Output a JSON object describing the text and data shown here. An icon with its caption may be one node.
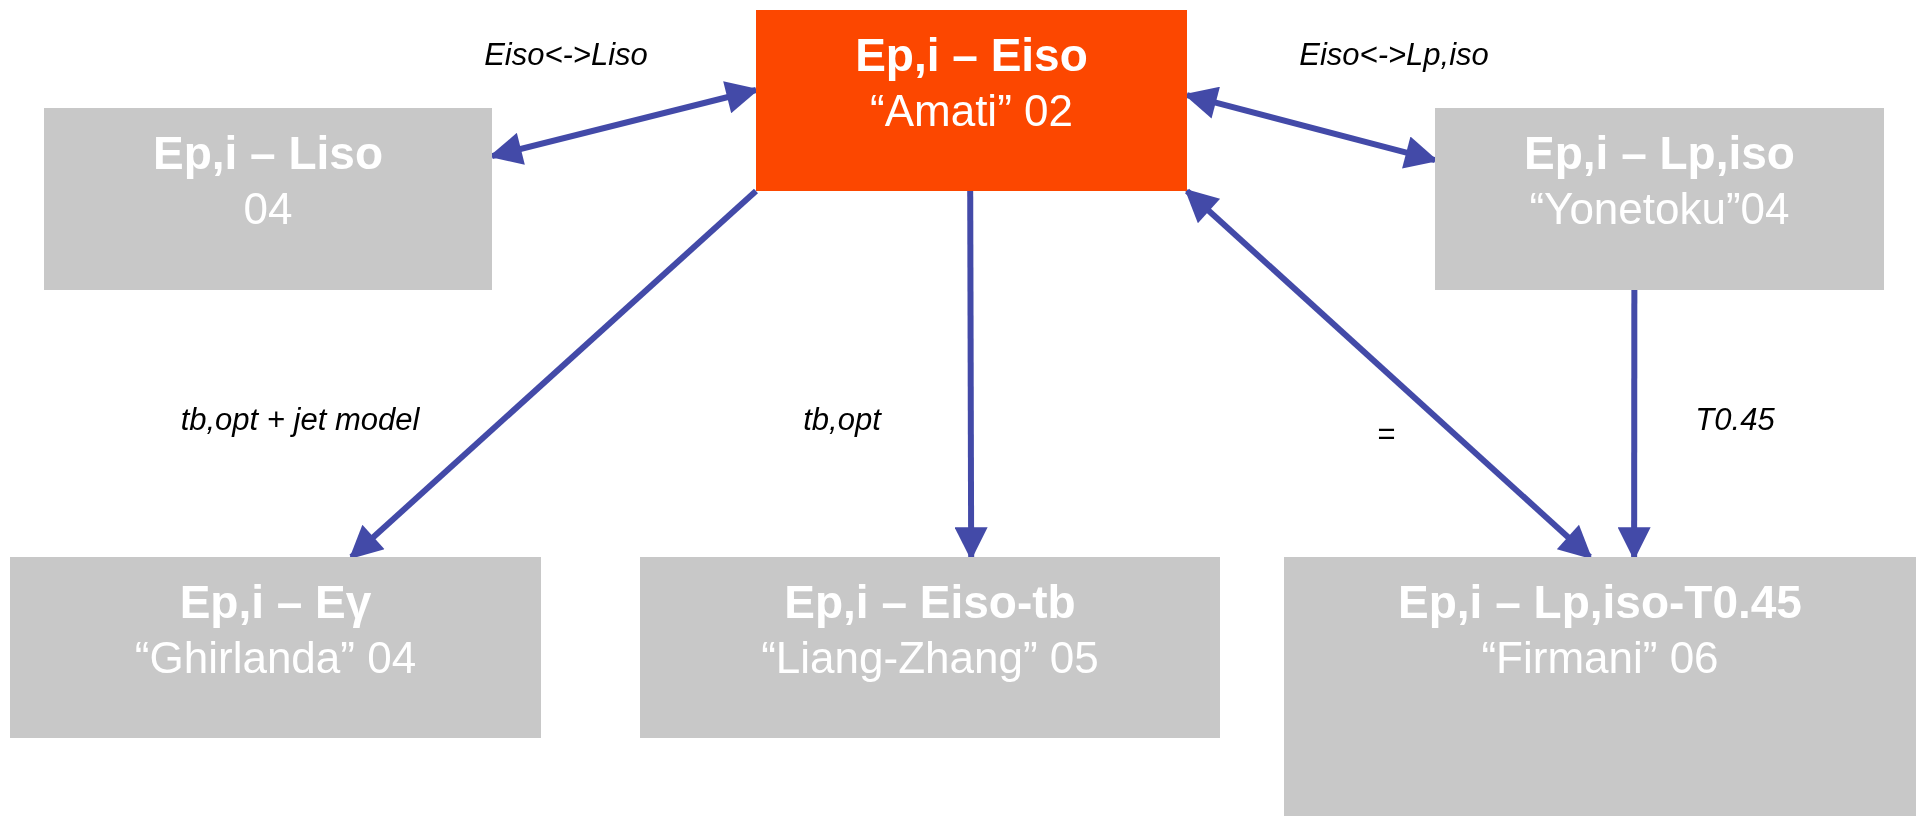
{
  "diagram": {
    "nodes": [
      {
        "text": [
          "Ep,i – Eiso",
          "“Amati” 02"
        ]
      },
      {
        "text": [
          "Ep,i – Liso",
          "04"
        ]
      },
      {
        "text": [
          "Ep,i – Lp,iso",
          "“Yonetoku”04"
        ]
      },
      {
        "text": [
          "Ep,i – Eγ",
          "“Ghirlanda” 04"
        ]
      },
      {
        "text": [
          "Ep,i – Eiso-tb",
          "“Liang-Zhang” 05"
        ]
      },
      {
        "text": [
          "Ep,i – Lp,iso-T0.45",
          "“Firmani” 06"
        ]
      }
    ],
    "edges": [
      {
        "from": 0,
        "to": 1,
        "arrow": "both",
        "label": "Eiso<->Liso"
      },
      {
        "from": 0,
        "to": 2,
        "arrow": "both",
        "label": "Eiso<->Lp,iso"
      },
      {
        "from": 0,
        "to": 3,
        "arrow": "to",
        "label": "tb,opt + jet model"
      },
      {
        "from": 0,
        "to": 4,
        "arrow": "to",
        "label": "tb,opt"
      },
      {
        "from": 0,
        "to": 5,
        "arrow": "both",
        "label": "="
      },
      {
        "from": 2,
        "to": 5,
        "arrow": "to",
        "label": "T0.45"
      }
    ]
  }
}
